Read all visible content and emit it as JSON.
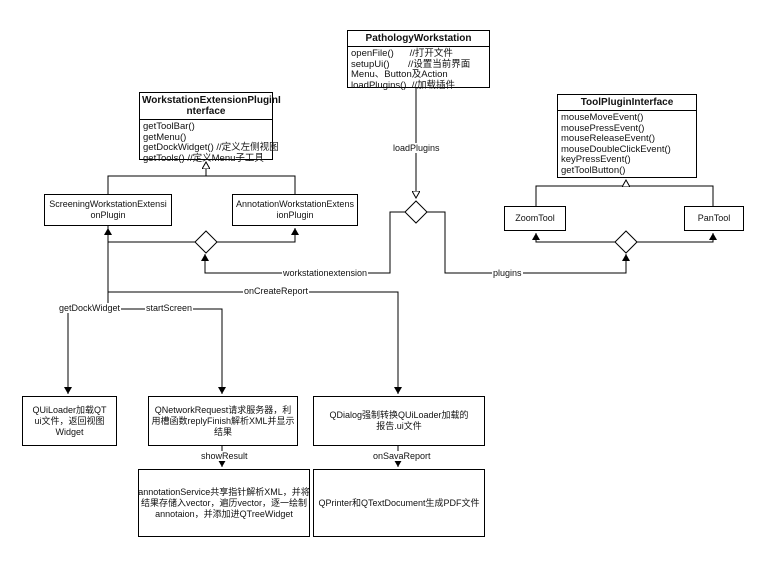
{
  "classes": {
    "pathology": {
      "title": "PathologyWorkstation",
      "methods": "openFile()      //打开文件\nsetupUi()       //设置当前界面\nMenu、Button及Action\nloadPlugins()  //加载插件"
    },
    "extension_interface": {
      "title": "WorkstationExtensionPluginI\nnterface",
      "methods": "getToolBar()\ngetMenu()\ngetDockWidget() //定义左侧视图\ngetTools() //定义Menu子工具"
    },
    "tool_interface": {
      "title": "ToolPluginInterface",
      "methods": "mouseMoveEvent()\nmousePressEvent()\nmouseReleaseEvent()\nmouseDoubleClickEvent()\nkeyPressEvent()\ngetToolButton()"
    }
  },
  "nodes": {
    "screening": "ScreeningWorkstationExtensi\nonPlugin",
    "annotation": "AnnotationWorkstationExtens\nionPlugin",
    "zoomtool": "ZoomTool",
    "pantool": "PanTool",
    "quiloader": "QUiLoader加载QT\nui文件，返回视图\nWidget",
    "qnetwork": "QNetworkRequest请求服务器，利\n用槽函数replyFinish解析XML并显示\n结果",
    "qdialog": "QDialog强制转换QUiLoader加载的\n报告.ui文件",
    "annotation_service": "annotationService共享指针解析XML，并将\n结果存储入vector，遍历vector，逐一绘制\nannotaion，并添加进QTreeWidget",
    "qprinter": "QPrinter和QTextDocument生成PDF文件"
  },
  "edge_labels": {
    "load_plugins": "loadPlugins",
    "workstation_extension": "workstationextension",
    "plugins": "plugins",
    "on_create_report": "onCreateReport",
    "get_dock_widget": "getDockWidget",
    "start_screen": "startScreen",
    "show_result": "showResult",
    "on_sava_report": "onSavaReport"
  }
}
